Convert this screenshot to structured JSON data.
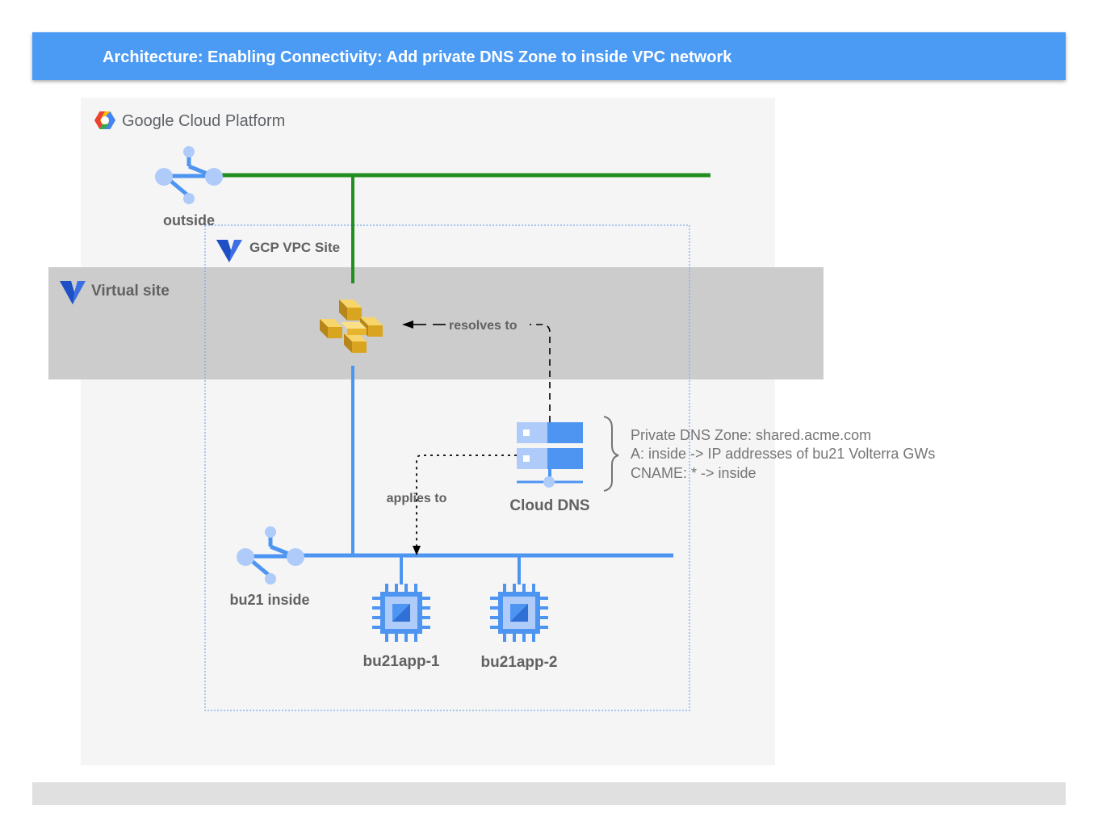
{
  "header": {
    "title": "Architecture: Enabling Connectivity: Add private DNS Zone to inside VPC network"
  },
  "gcp": {
    "logo_google": "Google",
    "logo_cloud_platform": "Cloud Platform"
  },
  "networks": {
    "outside": {
      "label": "outside"
    },
    "inside": {
      "label": "bu21 inside"
    }
  },
  "vpc_site": {
    "label": "GCP VPC Site"
  },
  "virtual_site": {
    "label": "Virtual site"
  },
  "edges": {
    "resolves_to": "resolves to",
    "applies_to": "applies to"
  },
  "cloud_dns": {
    "label": "Cloud DNS",
    "zone_lines": [
      "Private DNS Zone: shared.acme.com",
      "A: inside -> IP addresses of bu21 Volterra GWs",
      "CNAME: * -> inside"
    ]
  },
  "apps": [
    {
      "label": "bu21app-1"
    },
    {
      "label": "bu21app-2"
    }
  ],
  "colors": {
    "header_bg": "#4b9bf5",
    "green_line": "#218e21",
    "blue_line": "#4e95f2",
    "gcp_bg": "#f5f5f5",
    "virtual_site_bg": "#cccccc",
    "footer_bar": "#e0e0e0",
    "gateway_gold": "#e2b83a"
  },
  "icons": {
    "gcp_logo": "gcp-hexagon-icon",
    "network": "vpc-network-icon",
    "volterra": "volterra-v-icon",
    "gateway": "volterra-gateway-icon",
    "dns": "cloud-dns-icon",
    "compute": "compute-engine-icon"
  }
}
